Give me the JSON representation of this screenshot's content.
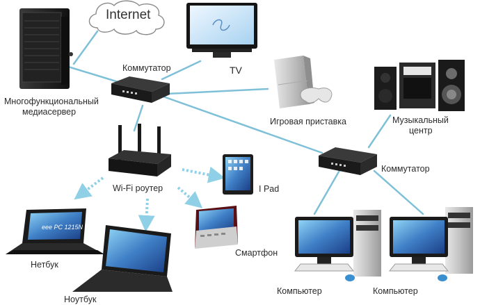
{
  "diagram": {
    "internet": "Internet",
    "tv": "TV",
    "mediaserver_line1": "Многофункциональный",
    "mediaserver_line2": "медиасервер",
    "switch_top": "Коммутатор",
    "console": "Игровая приставка",
    "music_line1": "Музыкальный",
    "music_line2": "центр",
    "switch_right": "Коммутатор",
    "router": "Wi-Fi роутер",
    "ipad": "I Pad",
    "netbook": "Нетбук",
    "notebook": "Ноутбук",
    "smartphone": "Смартфон",
    "computer1": "Компьютер",
    "computer2": "Компьютер",
    "netbook_brand": "eee PC 1215N"
  },
  "colors": {
    "link": "#7ec0d8",
    "wifi": "#8fd0e6",
    "device_dark": "#1e1e1e",
    "screen_blue": "#3f7fc6"
  }
}
